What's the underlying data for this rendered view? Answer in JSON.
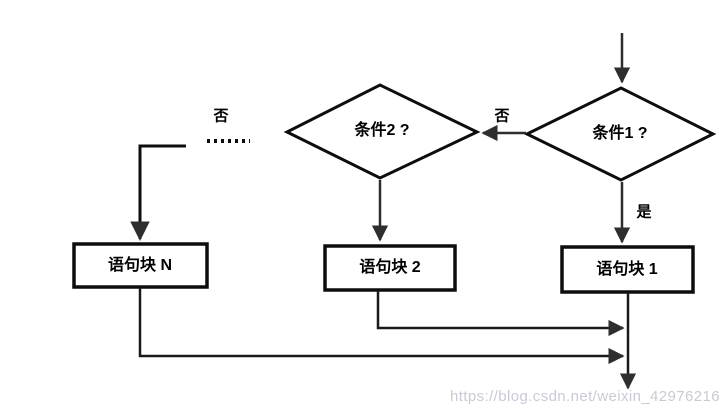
{
  "diagram": {
    "type": "flowchart",
    "description": "Multi-branch conditional (if / else-if / else) flow",
    "nodes": {
      "decision1": {
        "shape": "diamond",
        "label": "条件1 ?"
      },
      "decision2": {
        "shape": "diamond",
        "label": "条件2 ?"
      },
      "process_n": {
        "shape": "rectangle",
        "label": "语句块 N"
      },
      "process_2": {
        "shape": "rectangle",
        "label": "语句块 2"
      },
      "process_1": {
        "shape": "rectangle",
        "label": "语句块 1"
      }
    },
    "edges": {
      "no_from_decision1": "否",
      "no_from_decision2": "否",
      "yes_from_decision1": "是"
    },
    "colors": {
      "line": "#2e2e2e",
      "shape_border": "#0d0d0d",
      "shape_fill": "#ffffff",
      "text": "#000000",
      "watermark": "#c9cad6",
      "background": "#ffffff"
    }
  },
  "watermark": {
    "text": "https://blog.csdn.net/weixin_42976216"
  }
}
